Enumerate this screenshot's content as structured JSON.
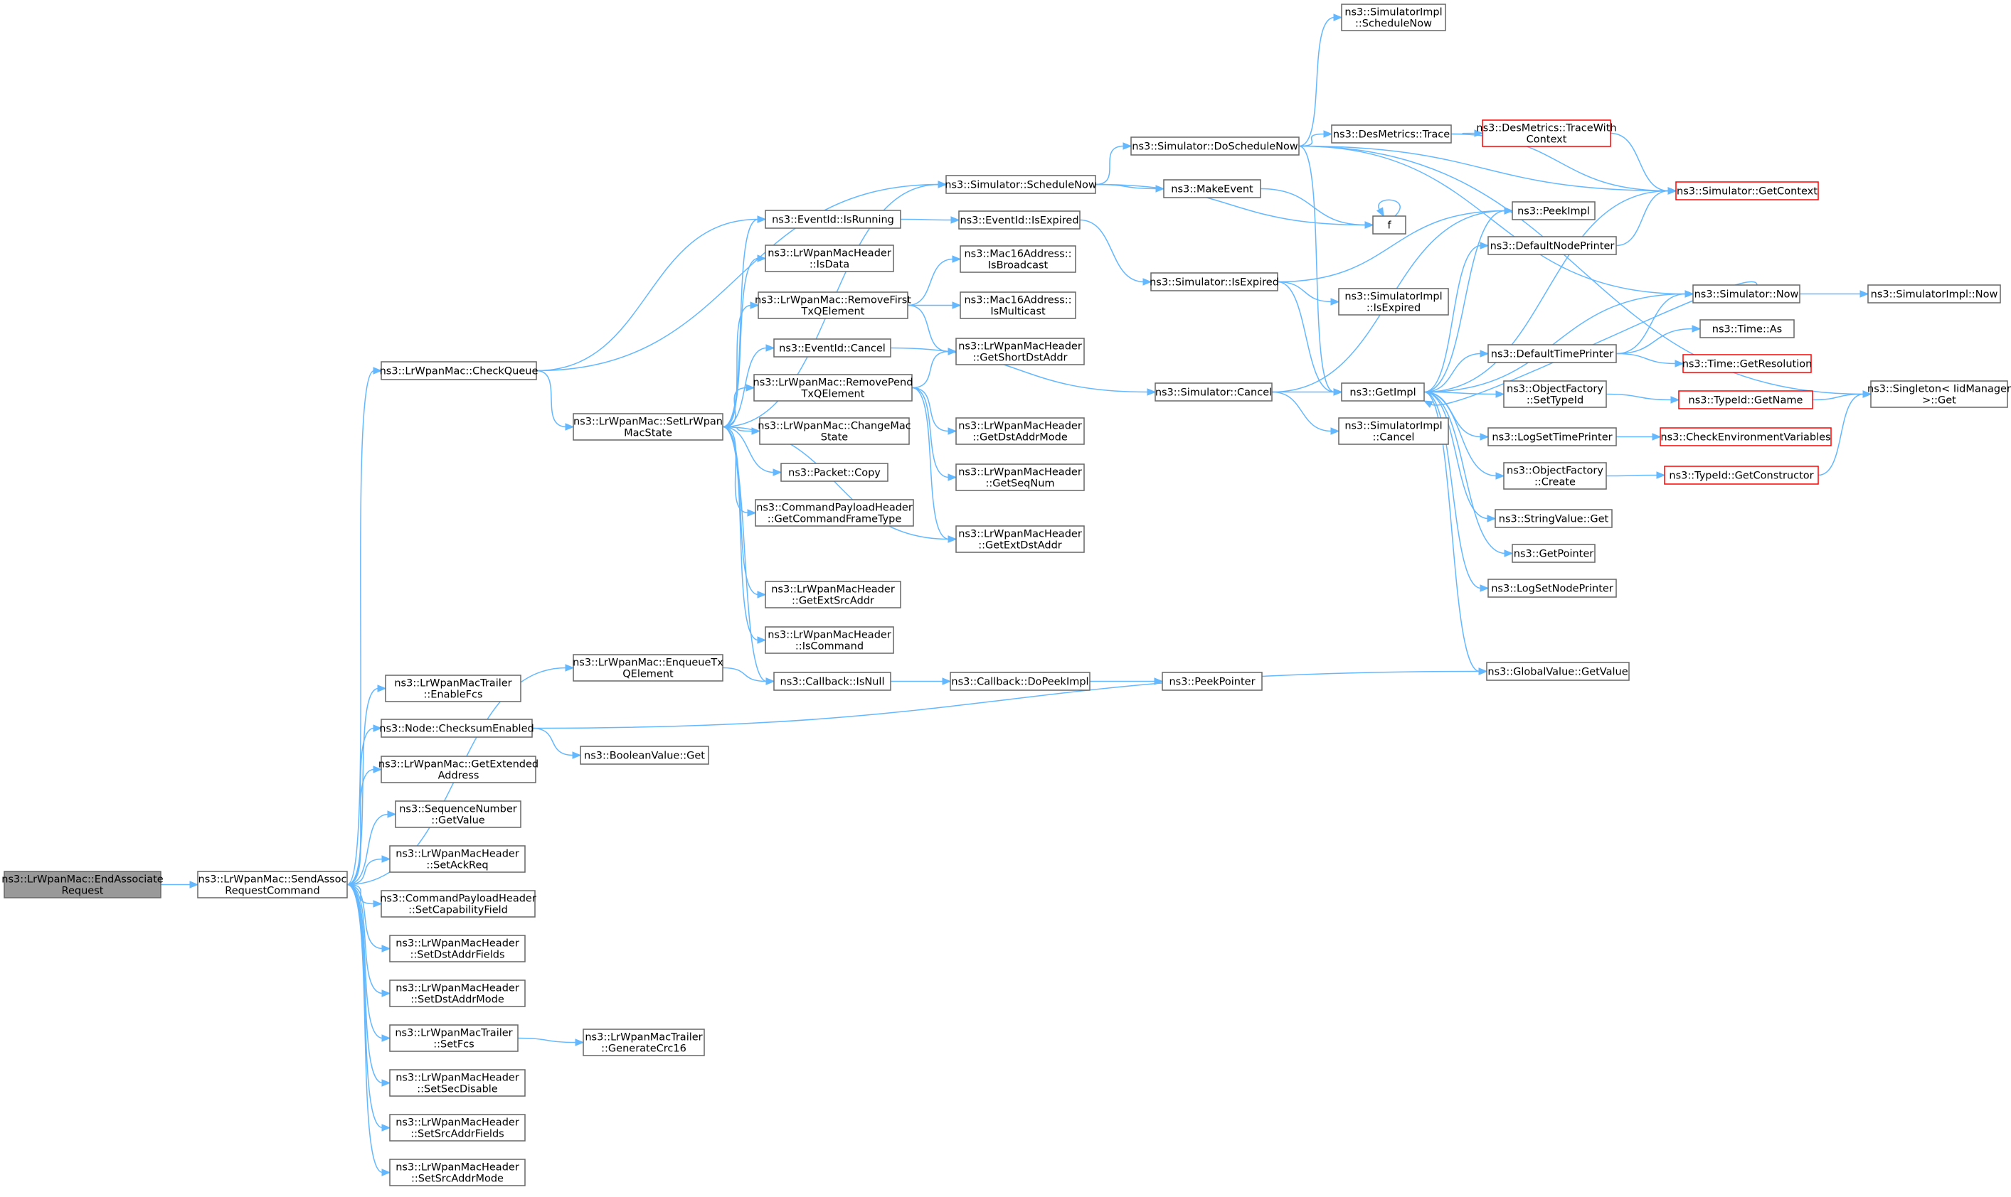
{
  "graph": {
    "nodes": [
      {
        "id": "EndAssociateRequest",
        "lines": [
          "ns3::LrWpanMac::EndAssociate",
          "Request"
        ],
        "style": "root"
      },
      {
        "id": "SendAssocRequestCommand",
        "lines": [
          "ns3::LrWpanMac::SendAssoc",
          "RequestCommand"
        ]
      },
      {
        "id": "CheckQueue",
        "lines": [
          "ns3::LrWpanMac::CheckQueue"
        ]
      },
      {
        "id": "EnqueueTxQElement",
        "lines": [
          "ns3::LrWpanMac::EnqueueTx",
          "QElement"
        ]
      },
      {
        "id": "EnableFcs",
        "lines": [
          "ns3::LrWpanMacTrailer",
          "::EnableFcs"
        ]
      },
      {
        "id": "ChecksumEnabled",
        "lines": [
          "ns3::Node::ChecksumEnabled"
        ]
      },
      {
        "id": "GetExtendedAddress",
        "lines": [
          "ns3::LrWpanMac::GetExtended",
          "Address"
        ]
      },
      {
        "id": "SeqGetValue",
        "lines": [
          "ns3::SequenceNumber",
          "::GetValue"
        ]
      },
      {
        "id": "SetAckReq",
        "lines": [
          "ns3::LrWpanMacHeader",
          "::SetAckReq"
        ]
      },
      {
        "id": "SetCapabilityField",
        "lines": [
          "ns3::CommandPayloadHeader",
          "::SetCapabilityField"
        ]
      },
      {
        "id": "SetDstAddrFields",
        "lines": [
          "ns3::LrWpanMacHeader",
          "::SetDstAddrFields"
        ]
      },
      {
        "id": "SetDstAddrMode",
        "lines": [
          "ns3::LrWpanMacHeader",
          "::SetDstAddrMode"
        ]
      },
      {
        "id": "SetFcs",
        "lines": [
          "ns3::LrWpanMacTrailer",
          "::SetFcs"
        ]
      },
      {
        "id": "SetSecDisable",
        "lines": [
          "ns3::LrWpanMacHeader",
          "::SetSecDisable"
        ]
      },
      {
        "id": "SetSrcAddrFields",
        "lines": [
          "ns3::LrWpanMacHeader",
          "::SetSrcAddrFields"
        ]
      },
      {
        "id": "SetSrcAddrMode",
        "lines": [
          "ns3::LrWpanMacHeader",
          "::SetSrcAddrMode"
        ]
      },
      {
        "id": "SetLrWpanMacState",
        "lines": [
          "ns3::LrWpanMac::SetLrWpan",
          "MacState"
        ]
      },
      {
        "id": "ScheduleNow",
        "lines": [
          "ns3::Simulator::ScheduleNow"
        ]
      },
      {
        "id": "EventIsRunning",
        "lines": [
          "ns3::EventId::IsRunning"
        ]
      },
      {
        "id": "IsData",
        "lines": [
          "ns3::LrWpanMacHeader",
          "::IsData"
        ]
      },
      {
        "id": "RemoveFirstTxQElement",
        "lines": [
          "ns3::LrWpanMac::RemoveFirst",
          "TxQElement"
        ]
      },
      {
        "id": "EventCancel",
        "lines": [
          "ns3::EventId::Cancel"
        ]
      },
      {
        "id": "RemovePendTxQElement",
        "lines": [
          "ns3::LrWpanMac::RemovePend",
          "TxQElement"
        ]
      },
      {
        "id": "ChangeMacState",
        "lines": [
          "ns3::LrWpanMac::ChangeMac",
          "State"
        ]
      },
      {
        "id": "PacketCopy",
        "lines": [
          "ns3::Packet::Copy"
        ]
      },
      {
        "id": "GetCommandFrameType",
        "lines": [
          "ns3::CommandPayloadHeader",
          "::GetCommandFrameType"
        ]
      },
      {
        "id": "GetExtSrcAddr",
        "lines": [
          "ns3::LrWpanMacHeader",
          "::GetExtSrcAddr"
        ]
      },
      {
        "id": "IsCommand",
        "lines": [
          "ns3::LrWpanMacHeader",
          "::IsCommand"
        ]
      },
      {
        "id": "CallbackIsNull",
        "lines": [
          "ns3::Callback::IsNull"
        ]
      },
      {
        "id": "BooleanValueGet",
        "lines": [
          "ns3::BooleanValue::Get"
        ]
      },
      {
        "id": "GenerateCrc16",
        "lines": [
          "ns3::LrWpanMacTrailer",
          "::GenerateCrc16"
        ]
      },
      {
        "id": "DoScheduleNow",
        "lines": [
          "ns3::Simulator::DoScheduleNow"
        ]
      },
      {
        "id": "MakeEvent",
        "lines": [
          "ns3::MakeEvent"
        ]
      },
      {
        "id": "EventIsExpired",
        "lines": [
          "ns3::EventId::IsExpired"
        ]
      },
      {
        "id": "IsBroadcast",
        "lines": [
          "ns3::Mac16Address::",
          "IsBroadcast"
        ]
      },
      {
        "id": "IsMulticast",
        "lines": [
          "ns3::Mac16Address::",
          "IsMulticast"
        ]
      },
      {
        "id": "GetShortDstAddr",
        "lines": [
          "ns3::LrWpanMacHeader",
          "::GetShortDstAddr"
        ]
      },
      {
        "id": "GetDstAddrMode",
        "lines": [
          "ns3::LrWpanMacHeader",
          "::GetDstAddrMode"
        ]
      },
      {
        "id": "GetSeqNum",
        "lines": [
          "ns3::LrWpanMacHeader",
          "::GetSeqNum"
        ]
      },
      {
        "id": "GetExtDstAddr",
        "lines": [
          "ns3::LrWpanMacHeader",
          "::GetExtDstAddr"
        ]
      },
      {
        "id": "DoPeekImpl",
        "lines": [
          "ns3::Callback::DoPeekImpl"
        ]
      },
      {
        "id": "PeekPointer",
        "lines": [
          "ns3::PeekPointer"
        ]
      },
      {
        "id": "SimImplScheduleNow",
        "lines": [
          "ns3::SimulatorImpl",
          "::ScheduleNow"
        ]
      },
      {
        "id": "DesMetricsTrace",
        "lines": [
          "ns3::DesMetrics::Trace"
        ]
      },
      {
        "id": "f",
        "lines": [
          "f"
        ]
      },
      {
        "id": "SimIsExpired",
        "lines": [
          "ns3::Simulator::IsExpired"
        ]
      },
      {
        "id": "SimCancel",
        "lines": [
          "ns3::Simulator::Cancel"
        ]
      },
      {
        "id": "SimImplIsExpired",
        "lines": [
          "ns3::SimulatorImpl",
          "::IsExpired"
        ]
      },
      {
        "id": "GetImpl",
        "lines": [
          "ns3::GetImpl"
        ]
      },
      {
        "id": "SimImplCancel",
        "lines": [
          "ns3::SimulatorImpl",
          "::Cancel"
        ]
      },
      {
        "id": "PeekImpl",
        "lines": [
          "ns3::PeekImpl"
        ]
      },
      {
        "id": "DefaultNodePrinter",
        "lines": [
          "ns3::DefaultNodePrinter"
        ]
      },
      {
        "id": "DefaultTimePrinter",
        "lines": [
          "ns3::DefaultTimePrinter"
        ]
      },
      {
        "id": "SetTypeId",
        "lines": [
          "ns3::ObjectFactory",
          "::SetTypeId"
        ]
      },
      {
        "id": "LogSetTimePrinter",
        "lines": [
          "ns3::LogSetTimePrinter"
        ]
      },
      {
        "id": "ObjectFactoryCreate",
        "lines": [
          "ns3::ObjectFactory",
          "::Create"
        ]
      },
      {
        "id": "StringValueGet",
        "lines": [
          "ns3::StringValue::Get"
        ]
      },
      {
        "id": "GetPointer",
        "lines": [
          "ns3::GetPointer"
        ]
      },
      {
        "id": "LogSetNodePrinter",
        "lines": [
          "ns3::LogSetNodePrinter"
        ]
      },
      {
        "id": "GlobalValueGetValue",
        "lines": [
          "ns3::GlobalValue::GetValue"
        ]
      },
      {
        "id": "TraceWithContext",
        "lines": [
          "ns3::DesMetrics::TraceWith",
          "Context"
        ],
        "style": "red"
      },
      {
        "id": "GetContext",
        "lines": [
          "ns3::Simulator::GetContext"
        ],
        "style": "red"
      },
      {
        "id": "SimNow",
        "lines": [
          "ns3::Simulator::Now"
        ]
      },
      {
        "id": "TimeAs",
        "lines": [
          "ns3::Time::As"
        ]
      },
      {
        "id": "GetResolution",
        "lines": [
          "ns3::Time::GetResolution"
        ],
        "style": "red"
      },
      {
        "id": "TypeIdGetName",
        "lines": [
          "ns3::TypeId::GetName"
        ],
        "style": "red"
      },
      {
        "id": "CheckEnvVars",
        "lines": [
          "ns3::CheckEnvironmentVariables"
        ],
        "style": "red"
      },
      {
        "id": "GetConstructor",
        "lines": [
          "ns3::TypeId::GetConstructor"
        ],
        "style": "red"
      },
      {
        "id": "SimImplNow",
        "lines": [
          "ns3::SimulatorImpl::Now"
        ]
      },
      {
        "id": "SingletonGet",
        "lines": [
          "ns3::Singleton< IidManager",
          ">::Get"
        ]
      }
    ],
    "edges": [
      [
        "EndAssociateRequest",
        "SendAssocRequestCommand"
      ],
      [
        "SendAssocRequestCommand",
        "CheckQueue"
      ],
      [
        "SendAssocRequestCommand",
        "EnqueueTxQElement"
      ],
      [
        "SendAssocRequestCommand",
        "EnableFcs"
      ],
      [
        "SendAssocRequestCommand",
        "ChecksumEnabled"
      ],
      [
        "SendAssocRequestCommand",
        "GetExtendedAddress"
      ],
      [
        "SendAssocRequestCommand",
        "SeqGetValue"
      ],
      [
        "SendAssocRequestCommand",
        "SetAckReq"
      ],
      [
        "SendAssocRequestCommand",
        "SetCapabilityField"
      ],
      [
        "SendAssocRequestCommand",
        "SetDstAddrFields"
      ],
      [
        "SendAssocRequestCommand",
        "SetDstAddrMode"
      ],
      [
        "SendAssocRequestCommand",
        "SetFcs"
      ],
      [
        "SendAssocRequestCommand",
        "SetSecDisable"
      ],
      [
        "SendAssocRequestCommand",
        "SetSrcAddrFields"
      ],
      [
        "SendAssocRequestCommand",
        "SetSrcAddrMode"
      ],
      [
        "CheckQueue",
        "SetLrWpanMacState"
      ],
      [
        "CheckQueue",
        "ScheduleNow"
      ],
      [
        "CheckQueue",
        "EventIsRunning"
      ],
      [
        "EnqueueTxQElement",
        "CallbackIsNull"
      ],
      [
        "ChecksumEnabled",
        "BooleanValueGet"
      ],
      [
        "ChecksumEnabled",
        "GlobalValueGetValue"
      ],
      [
        "SetFcs",
        "GenerateCrc16"
      ],
      [
        "SetLrWpanMacState",
        "ScheduleNow"
      ],
      [
        "SetLrWpanMacState",
        "EventIsRunning"
      ],
      [
        "SetLrWpanMacState",
        "IsData"
      ],
      [
        "SetLrWpanMacState",
        "RemoveFirstTxQElement"
      ],
      [
        "SetLrWpanMacState",
        "EventCancel"
      ],
      [
        "SetLrWpanMacState",
        "RemovePendTxQElement"
      ],
      [
        "SetLrWpanMacState",
        "ChangeMacState"
      ],
      [
        "SetLrWpanMacState",
        "PacketCopy"
      ],
      [
        "SetLrWpanMacState",
        "GetCommandFrameType"
      ],
      [
        "SetLrWpanMacState",
        "GetExtDstAddr"
      ],
      [
        "SetLrWpanMacState",
        "GetExtSrcAddr"
      ],
      [
        "SetLrWpanMacState",
        "IsCommand"
      ],
      [
        "SetLrWpanMacState",
        "CallbackIsNull"
      ],
      [
        "ScheduleNow",
        "DoScheduleNow"
      ],
      [
        "ScheduleNow",
        "MakeEvent"
      ],
      [
        "ScheduleNow",
        "f"
      ],
      [
        "EventIsRunning",
        "EventIsExpired"
      ],
      [
        "RemoveFirstTxQElement",
        "IsBroadcast"
      ],
      [
        "RemoveFirstTxQElement",
        "IsMulticast"
      ],
      [
        "RemoveFirstTxQElement",
        "GetShortDstAddr"
      ],
      [
        "EventCancel",
        "SimCancel"
      ],
      [
        "RemovePendTxQElement",
        "GetShortDstAddr"
      ],
      [
        "RemovePendTxQElement",
        "GetDstAddrMode"
      ],
      [
        "RemovePendTxQElement",
        "GetSeqNum"
      ],
      [
        "RemovePendTxQElement",
        "GetExtDstAddr"
      ],
      [
        "CallbackIsNull",
        "DoPeekImpl"
      ],
      [
        "DoPeekImpl",
        "PeekPointer"
      ],
      [
        "DoScheduleNow",
        "SimImplScheduleNow"
      ],
      [
        "DoScheduleNow",
        "DesMetricsTrace"
      ],
      [
        "DoScheduleNow",
        "GetImpl"
      ],
      [
        "DoScheduleNow",
        "GetContext"
      ],
      [
        "DoScheduleNow",
        "SimNow"
      ],
      [
        "DoScheduleNow",
        "SingletonGet"
      ],
      [
        "MakeEvent",
        "f"
      ],
      [
        "f",
        "f"
      ],
      [
        "EventIsExpired",
        "SimIsExpired"
      ],
      [
        "SimIsExpired",
        "PeekImpl"
      ],
      [
        "SimIsExpired",
        "SimImplIsExpired"
      ],
      [
        "SimIsExpired",
        "GetImpl"
      ],
      [
        "SimCancel",
        "PeekImpl"
      ],
      [
        "SimCancel",
        "GetImpl"
      ],
      [
        "SimCancel",
        "SimImplCancel"
      ],
      [
        "DesMetricsTrace",
        "TraceWithContext"
      ],
      [
        "DesMetricsTrace",
        "GetContext"
      ],
      [
        "TraceWithContext",
        "GetContext"
      ],
      [
        "GetImpl",
        "PeekImpl"
      ],
      [
        "GetImpl",
        "DefaultNodePrinter"
      ],
      [
        "GetImpl",
        "GetContext"
      ],
      [
        "GetImpl",
        "SimNow"
      ],
      [
        "GetImpl",
        "DefaultTimePrinter"
      ],
      [
        "GetImpl",
        "SetTypeId"
      ],
      [
        "GetImpl",
        "LogSetTimePrinter"
      ],
      [
        "GetImpl",
        "ObjectFactoryCreate"
      ],
      [
        "GetImpl",
        "StringValueGet"
      ],
      [
        "GetImpl",
        "GetPointer"
      ],
      [
        "GetImpl",
        "LogSetNodePrinter"
      ],
      [
        "GetImpl",
        "GlobalValueGetValue"
      ],
      [
        "DefaultNodePrinter",
        "GetContext"
      ],
      [
        "DefaultTimePrinter",
        "SimNow"
      ],
      [
        "DefaultTimePrinter",
        "TimeAs"
      ],
      [
        "DefaultTimePrinter",
        "GetResolution"
      ],
      [
        "SimNow",
        "SimImplNow"
      ],
      [
        "SimNow",
        "GetImpl"
      ],
      [
        "SetTypeId",
        "TypeIdGetName"
      ],
      [
        "TypeIdGetName",
        "SingletonGet"
      ],
      [
        "LogSetTimePrinter",
        "CheckEnvVars"
      ],
      [
        "ObjectFactoryCreate",
        "GetConstructor"
      ],
      [
        "GetConstructor",
        "SingletonGet"
      ]
    ]
  }
}
